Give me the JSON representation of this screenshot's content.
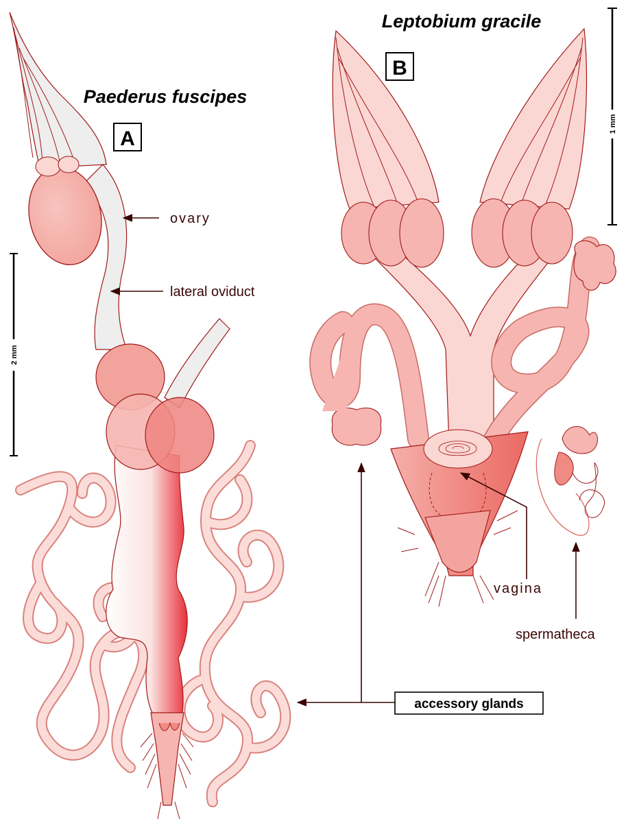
{
  "panel_a": {
    "species": "Paederus fuscipes",
    "letter": "A",
    "scale_label": "2 mm"
  },
  "panel_b": {
    "species": "Leptobium gracile",
    "letter": "B",
    "scale_label": "1 mm"
  },
  "labels": {
    "ovary": "ovary",
    "lateral_oviduct": "lateral oviduct",
    "vagina": "vagina",
    "spermatheca": "spermatheca",
    "accessory_glands": "accessory glands"
  },
  "colors": {
    "outline": "#a01818",
    "organ_fill": "#f6b5b0",
    "light_fill": "#fbd7d3",
    "duct_fill": "#ececec",
    "label_text": "#3a0505",
    "arrow": "#3a0505"
  }
}
